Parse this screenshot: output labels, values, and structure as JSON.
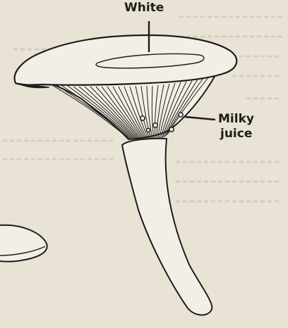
{
  "labels": {
    "cap_color": "White",
    "juice_line1": "Milky",
    "juice_line2": "juice"
  },
  "colors": {
    "background": "#e9e3d6",
    "ink": "#1f1d1a",
    "paper_fill": "#f3efe6"
  }
}
